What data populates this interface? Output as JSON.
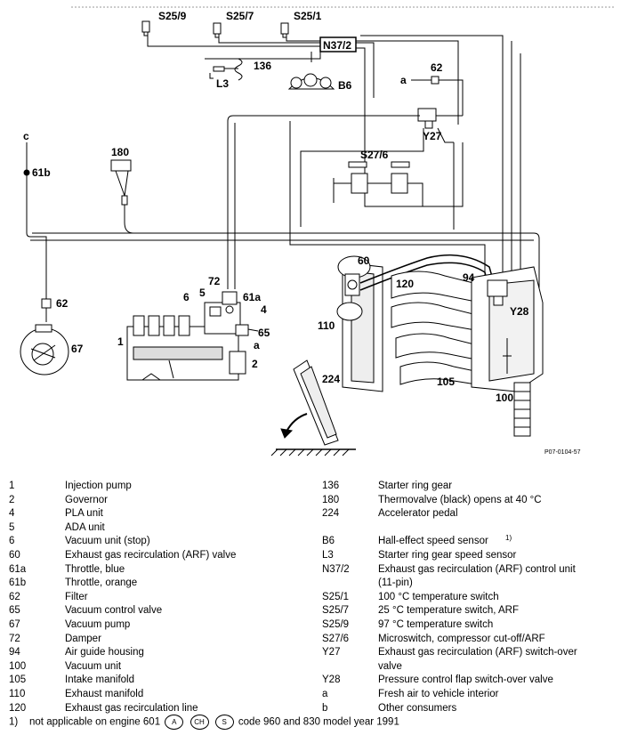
{
  "diagram_labels": {
    "s25_9": "S25/9",
    "s25_7": "S25/7",
    "s25_1": "S25/1",
    "n37_2": "N37/2",
    "l136": "136",
    "l3": "L3",
    "b6": "B6",
    "a": "a",
    "l62_top": "62",
    "y27": "Y27",
    "s27_6": "S27/6",
    "c": "c",
    "l61b": "61b",
    "l180": "180",
    "l72": "72",
    "l6": "6",
    "l5": "5",
    "l61a": "61a",
    "l4": "4",
    "l65": "65",
    "l1": "1",
    "l2": "2",
    "a_lower": "a",
    "l62_left": "62",
    "l67": "67",
    "l60": "60",
    "l120": "120",
    "l94": "94",
    "y28": "Y28",
    "l110": "110",
    "l224": "224",
    "l105": "105",
    "l100": "100",
    "code": "P07-0104-57"
  },
  "legend_left": [
    {
      "key": "1",
      "text": "Injection pump"
    },
    {
      "key": "2",
      "text": "Governor"
    },
    {
      "key": "4",
      "text": "PLA unit"
    },
    {
      "key": "5",
      "text": "ADA unit"
    },
    {
      "key": "6",
      "text": "Vacuum unit (stop)"
    },
    {
      "key": "60",
      "text": "Exhaust gas recirculation (ARF) valve"
    },
    {
      "key": "61a",
      "text": "Throttle, blue"
    },
    {
      "key": "61b",
      "text": "Throttle, orange"
    },
    {
      "key": "62",
      "text": "Filter"
    },
    {
      "key": "65",
      "text": "Vacuum control valve"
    },
    {
      "key": "67",
      "text": "Vacuum pump"
    },
    {
      "key": "72",
      "text": "Damper"
    },
    {
      "key": "94",
      "text": "Air guide housing"
    },
    {
      "key": "100",
      "text": "Vacuum unit"
    },
    {
      "key": "105",
      "text": "Intake manifold"
    },
    {
      "key": "110",
      "text": "Exhaust manifold"
    },
    {
      "key": "120",
      "text": "Exhaust gas recirculation line"
    }
  ],
  "legend_right": [
    {
      "key": "136",
      "text": "Starter ring gear"
    },
    {
      "key": "180",
      "text": "Thermovalve (black) opens at 40 °C"
    },
    {
      "key": "224",
      "text": "Accelerator pedal"
    },
    {
      "key": "",
      "text": ""
    },
    {
      "key": "B6",
      "text": "Hall-effect speed sensor",
      "sup": "1)"
    },
    {
      "key": "L3",
      "text": "Starter ring gear speed sensor"
    },
    {
      "key": "N37/2",
      "text": "Exhaust gas recirculation (ARF) control unit"
    },
    {
      "key": "",
      "text": "(11-pin)"
    },
    {
      "key": "S25/1",
      "text": "100 °C temperature switch"
    },
    {
      "key": "S25/7",
      "text": "25 °C temperature switch, ARF"
    },
    {
      "key": "S25/9",
      "text": "97 °C temperature switch"
    },
    {
      "key": "S27/6",
      "text": "Microswitch, compressor cut-off/ARF"
    },
    {
      "key": "Y27",
      "text": "Exhaust gas recirculation (ARF) switch-over"
    },
    {
      "key": "",
      "text": "valve"
    },
    {
      "key": "Y28",
      "text": "Pressure control flap switch-over valve"
    },
    {
      "key": "a",
      "text": "Fresh air to vehicle interior"
    },
    {
      "key": "b",
      "text": "Other consumers"
    }
  ],
  "footnote": {
    "marker": "1)",
    "text1": "not applicable on engine 601",
    "badges": [
      "A",
      "CH",
      "S"
    ],
    "text2": "code 960 and 830 model year 1991"
  }
}
